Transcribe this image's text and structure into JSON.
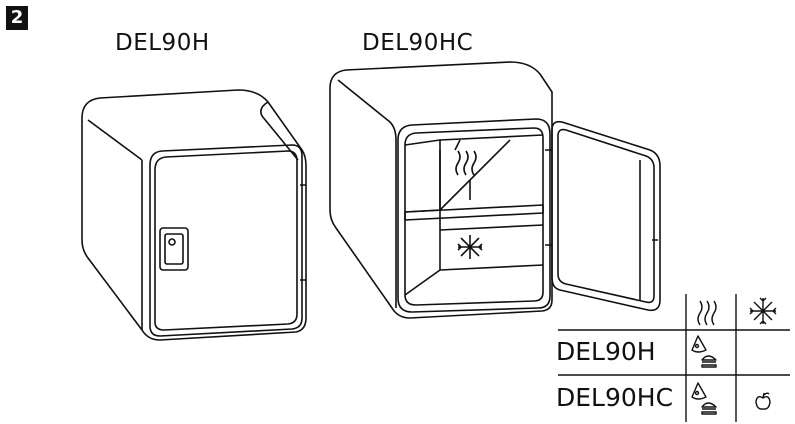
{
  "figure_number": "2",
  "models": [
    {
      "label": "DEL90H"
    },
    {
      "label": "DEL90HC"
    }
  ],
  "table": {
    "columns": [
      "heat-icon",
      "snowflake-icon"
    ],
    "rows": [
      {
        "model": "DEL90H",
        "heat": "pizza-burger-icon",
        "cold": ""
      },
      {
        "model": "DEL90HC",
        "heat": "pizza-burger-icon",
        "cold": "apple-icon"
      }
    ]
  }
}
